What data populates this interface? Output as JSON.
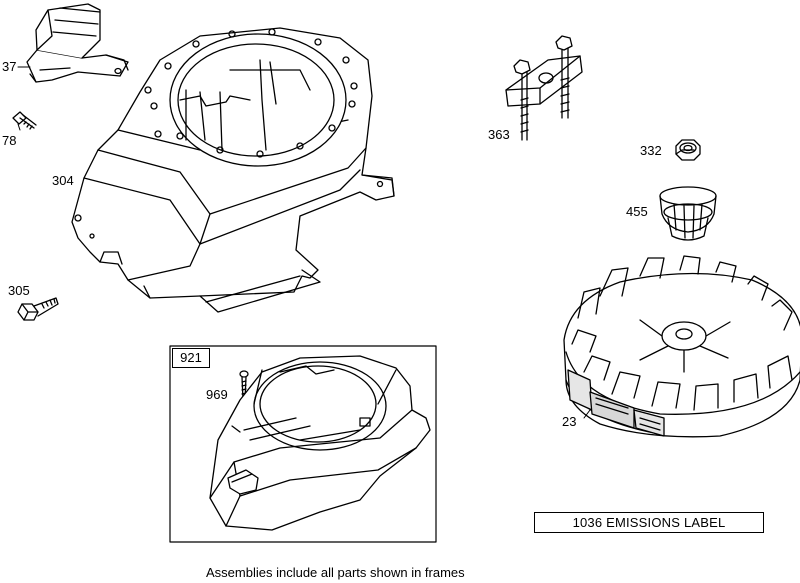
{
  "callouts": {
    "p37": "37",
    "p78": "78",
    "p304": "304",
    "p305": "305",
    "p363": "363",
    "p332": "332",
    "p455": "455",
    "p23": "23",
    "p969": "969"
  },
  "frame": {
    "label": "921"
  },
  "emissions_label": "1036 EMISSIONS LABEL",
  "footnote": "Assemblies include all parts shown in frames"
}
